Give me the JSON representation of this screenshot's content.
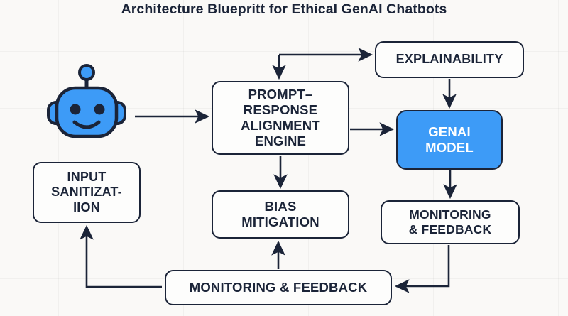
{
  "diagram": {
    "title": "Architecture Bluepritt for Ethical GenAI Chatbots",
    "type": "flowchart",
    "background_color": "#faf9f7",
    "accent_color": "#3d9bf7",
    "stroke_color": "#1b2438",
    "node_fill_color": "#fdfdfc",
    "nodes": [
      {
        "id": "robot",
        "name": "chatbot-robot-mascot",
        "label": "",
        "shape": "icon",
        "fill": "#3d9bf7"
      },
      {
        "id": "prompt",
        "name": "prompt-response-alignment-engine",
        "label": "PROMPT–\nRESPONSE\nALIGNMENT\nENGINE",
        "line1": "PROMPT–",
        "line2": "RESPONSE",
        "line3": "ALIGNMENT",
        "line4": "ENGINE",
        "shape": "rounded-rect",
        "fill": "#fdfdfc",
        "text_color": "#1b2438"
      },
      {
        "id": "explainability",
        "name": "explainability",
        "label": "EXPLAINABILITY",
        "shape": "rounded-rect",
        "fill": "#fdfdfc",
        "text_color": "#1b2438"
      },
      {
        "id": "genai",
        "name": "genai-model",
        "label": "GENAI\nMODEL",
        "line1": "GENAI",
        "line2": "MODEL",
        "shape": "rounded-rect",
        "fill": "#3d9bf7",
        "text_color": "#ffffff"
      },
      {
        "id": "input_sanitization",
        "name": "input-sanitization",
        "label": "INPUT\nSANITIZAT-\nIION",
        "line1": "INPUT",
        "line2": "SANITIZAT-",
        "line3": "IION",
        "shape": "rounded-rect",
        "fill": "#fdfdfc",
        "text_color": "#1b2438"
      },
      {
        "id": "bias",
        "name": "bias-mitigation",
        "label": "BIAS\nMITIGATION",
        "line1": "BIAS",
        "line2": "MITIGATION",
        "shape": "rounded-rect",
        "fill": "#fdfdfc",
        "text_color": "#1b2438"
      },
      {
        "id": "monitor_right",
        "name": "monitoring-and-feedback-right",
        "label": "MONITORING\n& FEEDBACK",
        "line1": "MONITORING",
        "line2": "& FEEDBACK",
        "shape": "rounded-rect",
        "fill": "#fdfdfc",
        "text_color": "#1b2438"
      },
      {
        "id": "monitor_bottom",
        "name": "monitoring-and-feedback-bottom",
        "label": "MONITORING & FEEDBACK",
        "shape": "rounded-rect",
        "fill": "#fdfdfc",
        "text_color": "#1b2438"
      }
    ],
    "edges": [
      {
        "from": "robot",
        "to": "prompt",
        "style": "solid-arrow"
      },
      {
        "from": "prompt",
        "to": "explainability",
        "style": "solid-arrow"
      },
      {
        "from": "explainability",
        "to": "prompt",
        "style": "solid-arrow"
      },
      {
        "from": "explainability",
        "to": "genai",
        "style": "solid-arrow"
      },
      {
        "from": "prompt",
        "to": "genai",
        "style": "solid-arrow"
      },
      {
        "from": "prompt",
        "to": "bias",
        "style": "solid-arrow"
      },
      {
        "from": "genai",
        "to": "monitor_right",
        "style": "solid-arrow"
      },
      {
        "from": "monitor_right",
        "to": "monitor_bottom",
        "style": "solid-arrow"
      },
      {
        "from": "monitor_bottom",
        "to": "bias",
        "style": "solid-arrow"
      },
      {
        "from": "monitor_bottom",
        "to": "input_sanitization",
        "style": "solid-arrow"
      }
    ]
  }
}
